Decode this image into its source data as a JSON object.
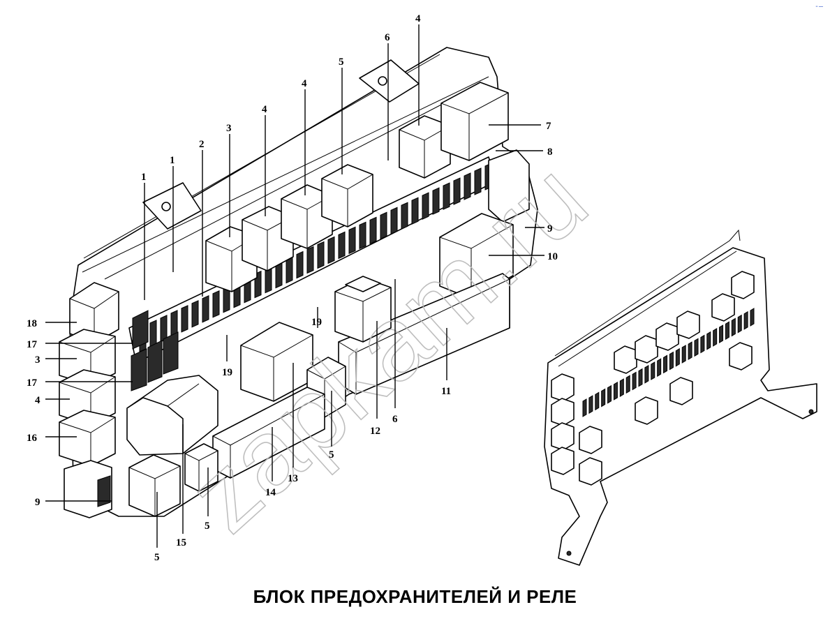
{
  "caption": "БЛОК ПРЕДОХРАНИТЕЛЕЙ И РЕЛЕ",
  "watermark": "zapkam.ru",
  "corner_mark": "-–",
  "callouts": {
    "c1a": "1",
    "c1b": "1",
    "c2": "2",
    "c3top": "3",
    "c4a": "4",
    "c4b": "4",
    "c5top": "5",
    "c6top": "6",
    "c4c": "4",
    "c7": "7",
    "c8": "8",
    "c9right": "9",
    "c10": "10",
    "c11": "11",
    "c12": "12",
    "c6bot": "6",
    "c5mid": "5",
    "c13": "13",
    "c14": "14",
    "c5low": "5",
    "c15": "15",
    "c5bot": "5",
    "c19a": "19",
    "c19b": "19",
    "c18": "18",
    "c17a": "17",
    "c3left": "3",
    "c17b": "17",
    "c4left": "4",
    "c16": "16",
    "c9left": "9"
  }
}
